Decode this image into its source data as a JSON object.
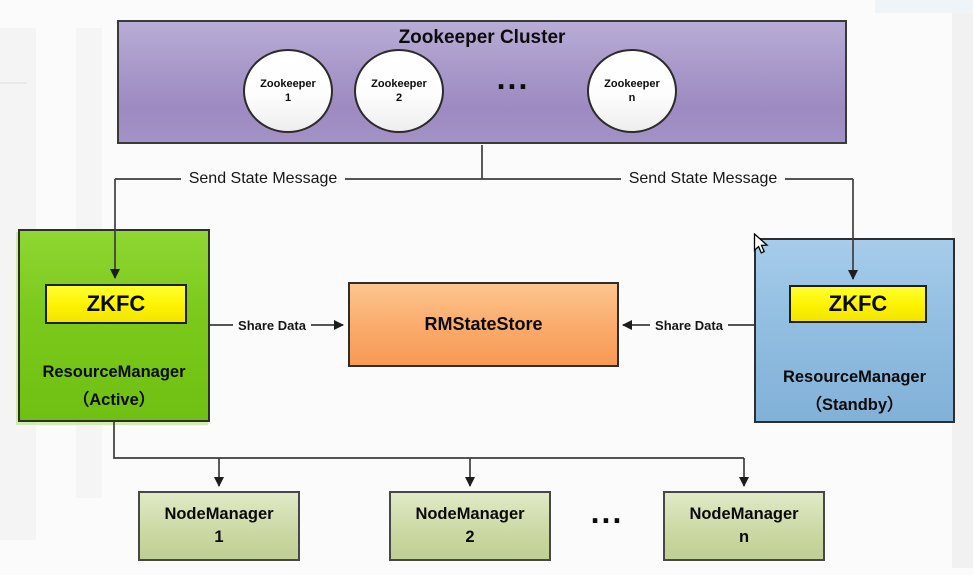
{
  "diagram": {
    "zookeeper_cluster": {
      "title": "Zookeeper Cluster",
      "nodes": [
        {
          "name": "Zookeeper",
          "id": "1"
        },
        {
          "name": "Zookeeper",
          "id": "2"
        },
        {
          "name": "Zookeeper",
          "id": "n"
        }
      ],
      "ellipsis": "..."
    },
    "rm_active": {
      "zkfc_label": "ZKFC",
      "title": "ResourceManager",
      "state": "（Active）"
    },
    "rm_standby": {
      "zkfc_label": "ZKFC",
      "title": "ResourceManager",
      "state": "（Standby）"
    },
    "rm_state_store": {
      "label": "RMStateStore"
    },
    "node_managers": {
      "items": [
        {
          "name": "NodeManager",
          "id": "1"
        },
        {
          "name": "NodeManager",
          "id": "2"
        },
        {
          "name": "NodeManager",
          "id": "n"
        }
      ],
      "ellipsis": "..."
    },
    "edges": {
      "send_state_left": "Send State Message",
      "send_state_right": "Send State Message",
      "share_data_left": "Share Data",
      "share_data_right": "Share Data"
    },
    "colors": {
      "zookeeper_cluster": "#a293c5",
      "resourcemanager_active": "#7bc91b",
      "resourcemanager_standby": "#8fbcdf",
      "zkfc": "#fdf200",
      "rm_state_store": "#f9ac6c",
      "node_manager": "#cedca6",
      "connector": "#3d3d3d"
    }
  }
}
